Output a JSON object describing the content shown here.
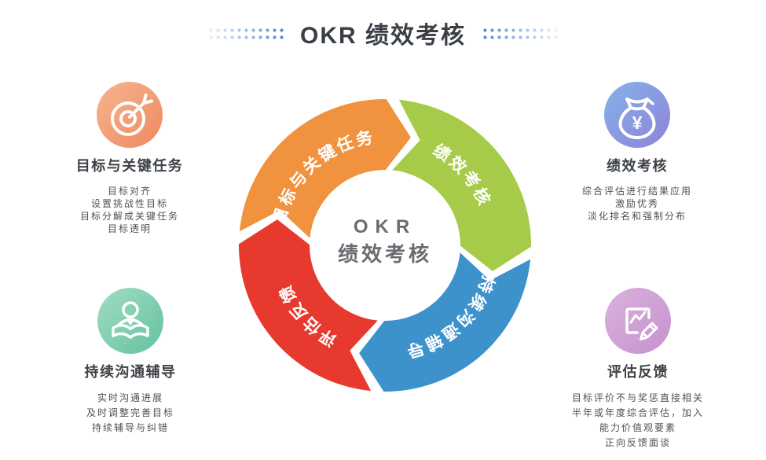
{
  "title": {
    "text": "OKR 绩效考核",
    "color": "#3a3f45",
    "dot_color": "#4d82d8"
  },
  "wheel": {
    "center_title": "OKR",
    "center_subtitle": "绩效考核",
    "center_text_color": "#696d71",
    "segments": [
      {
        "label": "目标与关键任务",
        "color": "#F0923E",
        "start": 275.5,
        "end": 360.5
      },
      {
        "label": "绩效考核",
        "color": "#A6CB48",
        "start": 5.5,
        "end": 90.5
      },
      {
        "label": "持续沟通辅导",
        "color": "#3E92CC",
        "start": 95.5,
        "end": 180.5
      },
      {
        "label": "评估反馈",
        "color": "#E7392E",
        "start": 185.5,
        "end": 270.5
      }
    ]
  },
  "panels": [
    {
      "icon": "target-icon",
      "icon_gradient": [
        "#F7B590",
        "#EF8960"
      ],
      "heading": "目标与关键任务",
      "lines": [
        "目标对齐",
        "设置挑战性目标",
        "目标分解成关键任务",
        "目标透明"
      ]
    },
    {
      "icon": "money-bag-icon",
      "icon_gradient": [
        "#84B3E9",
        "#8F82D8"
      ],
      "heading": "绩效考核",
      "lines": [
        "综合评估进行结果应用",
        "激励优秀",
        "淡化排名和强制分布"
      ]
    },
    {
      "icon": "mentor-book-icon",
      "icon_gradient": [
        "#A3DCC2",
        "#63C2A0"
      ],
      "heading": "持续沟通辅导",
      "lines": [
        "实时沟通进展",
        "及时调整完善目标",
        "持续辅导与纠错"
      ]
    },
    {
      "icon": "report-pencil-icon",
      "icon_gradient": [
        "#D8B2DC",
        "#C791CE"
      ],
      "heading": "评估反馈",
      "lines": [
        "目标评价不与奖惩直接相关",
        "半年或年度综合评估，加入",
        "能力价值观要素",
        "正向反馈面谈"
      ]
    }
  ]
}
